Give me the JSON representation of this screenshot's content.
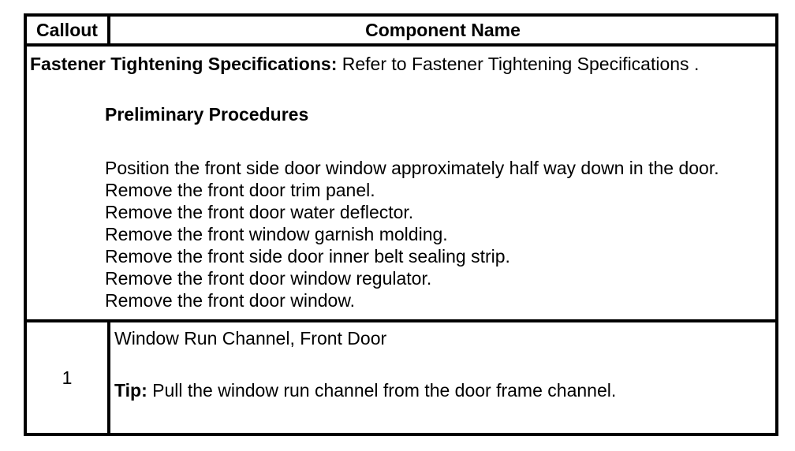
{
  "colors": {
    "border": "#000000",
    "background": "#ffffff",
    "text": "#000000"
  },
  "table": {
    "header": {
      "callout_label": "Callout",
      "component_label": "Component Name"
    },
    "spec_row": {
      "lead_bold": "Fastener Tightening Specifications:",
      "lead_rest": " Refer to Fastener Tightening Specifications .",
      "subheading": "Preliminary Procedures",
      "procedures": [
        "Position the front side door window approximately half way down in the door.",
        "Remove the front door trim panel.",
        "Remove the front door water deflector.",
        "Remove the front window garnish molding.",
        "Remove the front side door inner belt sealing strip.",
        "Remove the front door window regulator.",
        "Remove the front door window."
      ]
    },
    "rows": [
      {
        "callout": "1",
        "component_name": "Window Run Channel, Front Door",
        "tip_bold": "Tip:",
        "tip_rest": " Pull the window run channel from the door frame channel."
      }
    ]
  }
}
